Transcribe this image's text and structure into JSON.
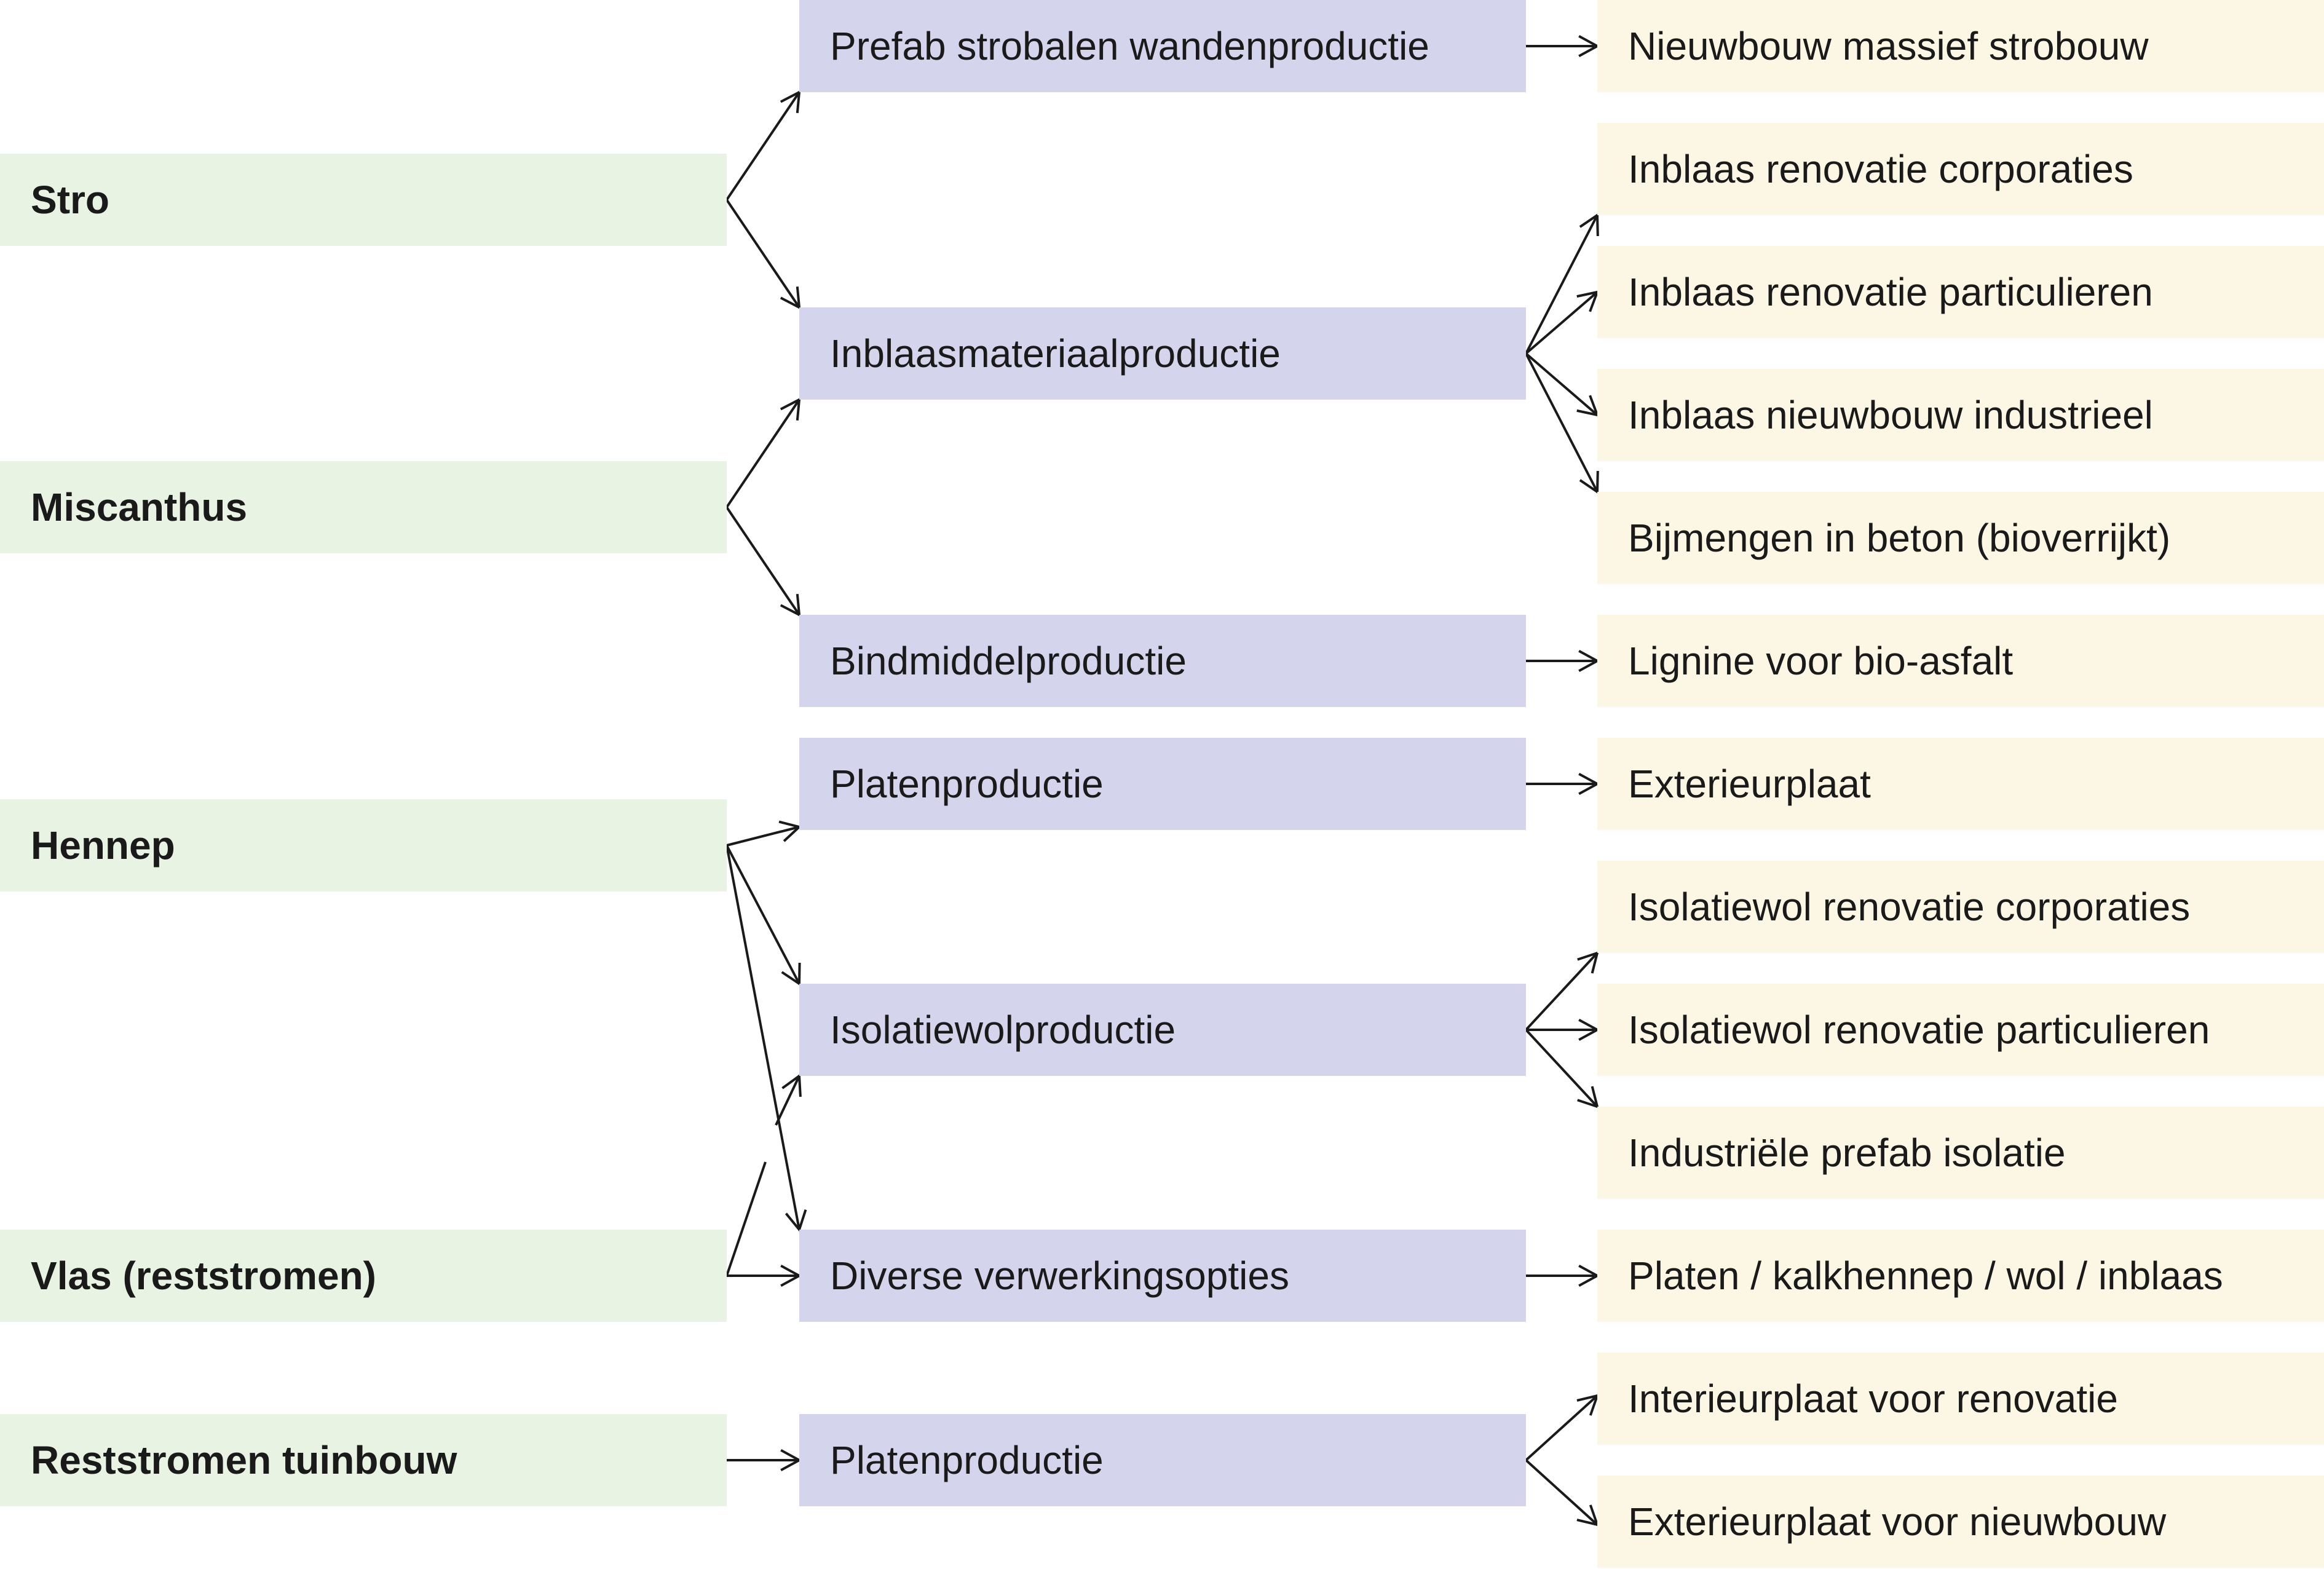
{
  "sources": [
    {
      "id": "stro",
      "label": "Stro"
    },
    {
      "id": "miscanthus",
      "label": "Miscanthus"
    },
    {
      "id": "hennep",
      "label": "Hennep"
    },
    {
      "id": "vlas",
      "label": "Vlas (reststromen)"
    },
    {
      "id": "tuinbouw",
      "label": "Reststromen tuinbouw"
    }
  ],
  "processes": [
    {
      "id": "prefab",
      "label": "Prefab strobalen wandenproductie"
    },
    {
      "id": "inblaas",
      "label": "Inblaasmateriaalproductie"
    },
    {
      "id": "bindmiddel",
      "label": "Bindmiddelproductie"
    },
    {
      "id": "platen1",
      "label": "Platenproductie"
    },
    {
      "id": "isolatiewol",
      "label": "Isolatiewolproductie"
    },
    {
      "id": "diverse",
      "label": "Diverse verwerkingsopties"
    },
    {
      "id": "platen2",
      "label": "Platenproductie"
    }
  ],
  "products": [
    {
      "id": "p1",
      "label": "Nieuwbouw massief strobouw"
    },
    {
      "id": "p2",
      "label": "Inblaas renovatie corporaties"
    },
    {
      "id": "p3",
      "label": "Inblaas renovatie particulieren"
    },
    {
      "id": "p4",
      "label": "Inblaas nieuwbouw industrieel"
    },
    {
      "id": "p5",
      "label": "Bijmengen in beton (bioverrijkt)"
    },
    {
      "id": "p6",
      "label": "Lignine voor bio-asfalt"
    },
    {
      "id": "p7",
      "label": "Exterieurplaat"
    },
    {
      "id": "p8",
      "label": "Isolatiewol renovatie corporaties"
    },
    {
      "id": "p9",
      "label": "Isolatiewol renovatie particulieren"
    },
    {
      "id": "p10",
      "label": "Industriële prefab isolatie"
    },
    {
      "id": "p11",
      "label": "Platen / kalkhennep / wol / inblaas"
    },
    {
      "id": "p12",
      "label": "Interieurplaat voor renovatie"
    },
    {
      "id": "p13",
      "label": "Exterieurplaat voor nieuwbouw"
    }
  ],
  "edges": [
    [
      "stro",
      "prefab"
    ],
    [
      "stro",
      "inblaas"
    ],
    [
      "miscanthus",
      "inblaas"
    ],
    [
      "miscanthus",
      "bindmiddel"
    ],
    [
      "hennep",
      "platen1"
    ],
    [
      "hennep",
      "isolatiewol"
    ],
    [
      "hennep",
      "diverse"
    ],
    [
      "vlas",
      "isolatiewol"
    ],
    [
      "vlas",
      "diverse"
    ],
    [
      "tuinbouw",
      "platen2"
    ],
    [
      "prefab",
      "p1"
    ],
    [
      "inblaas",
      "p2"
    ],
    [
      "inblaas",
      "p3"
    ],
    [
      "inblaas",
      "p4"
    ],
    [
      "inblaas",
      "p5"
    ],
    [
      "bindmiddel",
      "p6"
    ],
    [
      "platen1",
      "p7"
    ],
    [
      "isolatiewol",
      "p8"
    ],
    [
      "isolatiewol",
      "p9"
    ],
    [
      "isolatiewol",
      "p10"
    ],
    [
      "diverse",
      "p11"
    ],
    [
      "platen2",
      "p12"
    ],
    [
      "platen2",
      "p13"
    ]
  ],
  "colors": {
    "source_fill": "#e9f3e3",
    "process_fill": "#d4d4ec",
    "product_fill": "#fcf7e5",
    "arrow": "#1a1a1a"
  }
}
